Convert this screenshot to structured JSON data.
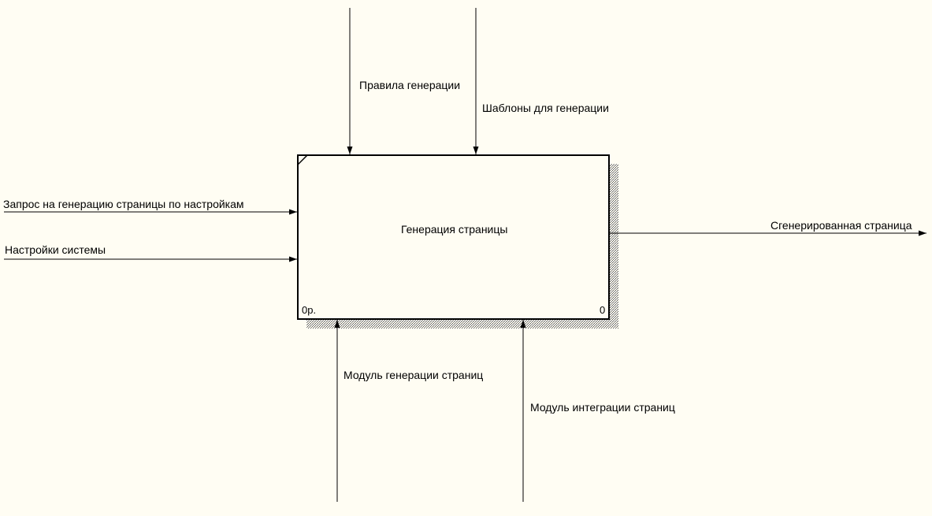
{
  "diagram": {
    "activity": {
      "name": "Генерация страницы",
      "node_label": "0р.",
      "number": "0"
    },
    "controls": [
      {
        "label": "Правила генерации"
      },
      {
        "label": "Шаблоны для генерации"
      }
    ],
    "inputs": [
      {
        "label": "Запрос на генерацию страницы по настройкам"
      },
      {
        "label": "Настройки системы"
      }
    ],
    "outputs": [
      {
        "label": "Сгенерированная страница"
      }
    ],
    "mechanisms": [
      {
        "label": "Модуль генерации страниц"
      },
      {
        "label": "Модуль интеграции страниц"
      }
    ]
  },
  "colors": {
    "background": "#fffdf3",
    "line": "#000000"
  }
}
